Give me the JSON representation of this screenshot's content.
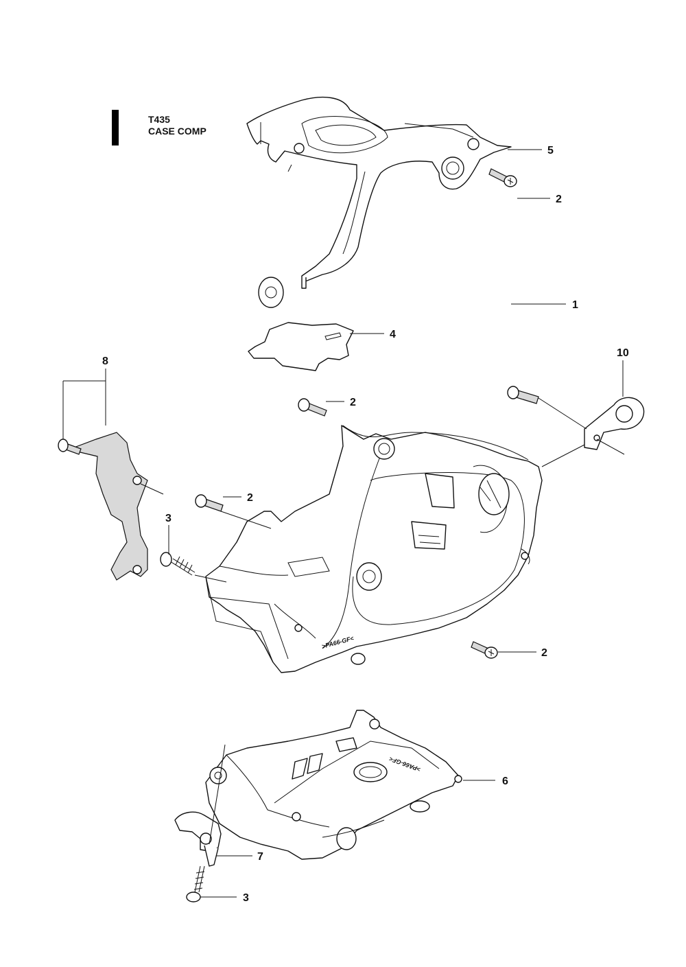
{
  "header": {
    "model": "T435",
    "section": "CASE COMP"
  },
  "callouts": [
    {
      "id": "c5",
      "label": "5"
    },
    {
      "id": "c2a",
      "label": "2"
    },
    {
      "id": "c4",
      "label": "4"
    },
    {
      "id": "c8",
      "label": "8"
    },
    {
      "id": "c10",
      "label": "10"
    },
    {
      "id": "c2b",
      "label": "2"
    },
    {
      "id": "c2c",
      "label": "2"
    },
    {
      "id": "c3a",
      "label": "3"
    },
    {
      "id": "c1",
      "label": "1"
    },
    {
      "id": "c2d",
      "label": "2"
    },
    {
      "id": "c6",
      "label": "6"
    },
    {
      "id": "c7",
      "label": "7"
    },
    {
      "id": "c3b",
      "label": "3"
    }
  ],
  "embossed": {
    "case_marking": ">PA66-GF<",
    "cover_marking": ">PA66-GF<"
  }
}
